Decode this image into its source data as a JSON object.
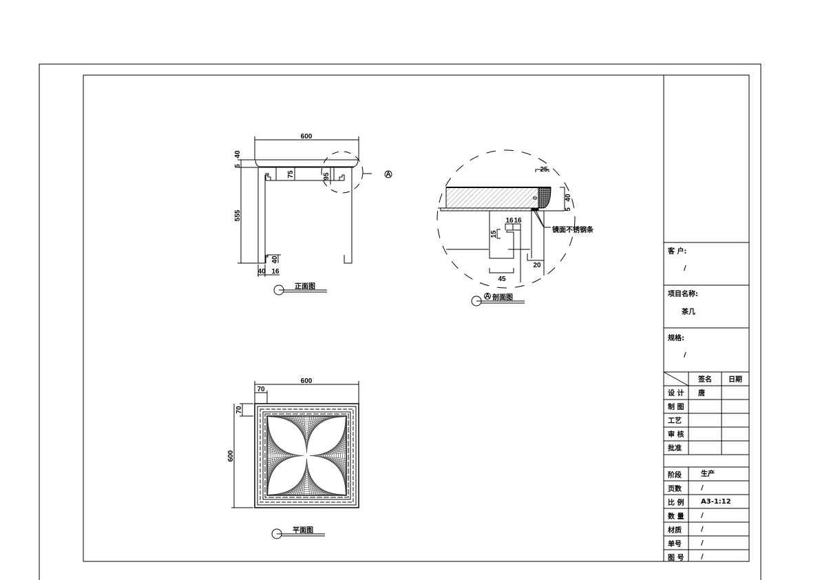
{
  "front_view": {
    "title": "正面图",
    "dims": {
      "width": "600",
      "top_thickness": "40",
      "gap": "5",
      "height": "555",
      "apron": "75",
      "bracket": "95",
      "foot_h": "40",
      "leg_w": "40",
      "inset": "16"
    },
    "section_ref": "A"
  },
  "section_view": {
    "title": "剖面图",
    "ref": "A",
    "dims": {
      "edge": "25",
      "top_thickness": "40",
      "gap": "5",
      "a": "16",
      "b": "16",
      "c": "15",
      "leg": "45",
      "offset": "20"
    },
    "annotation": "镜面不锈钢条"
  },
  "plan_view": {
    "title": "平面图",
    "dims": {
      "width": "600",
      "border_x": "70",
      "border_y": "70",
      "depth": "600"
    }
  },
  "title_block": {
    "client_label": "客 户:",
    "client_value": "/",
    "project_label": "项目名称:",
    "project_value": "茶几",
    "spec_label": "规格:",
    "spec_value": "/",
    "sign_header": "签名",
    "date_header": "日期",
    "sign_rows": [
      {
        "label": "设 计",
        "sign": "唐",
        "date": ""
      },
      {
        "label": "制 图",
        "sign": "",
        "date": ""
      },
      {
        "label": "工艺",
        "sign": "",
        "date": ""
      },
      {
        "label": "审 核",
        "sign": "",
        "date": ""
      },
      {
        "label": "批准",
        "sign": "",
        "date": ""
      }
    ],
    "info_rows": [
      {
        "label": "阶段",
        "value": "生产"
      },
      {
        "label": "页数",
        "value": "/"
      },
      {
        "label": "比 例",
        "value": "A3-1:12"
      },
      {
        "label": "数 量",
        "value": "/"
      },
      {
        "label": "材质",
        "value": "/"
      },
      {
        "label": "单号",
        "value": "/"
      },
      {
        "label": "图 号",
        "value": "/"
      }
    ]
  }
}
